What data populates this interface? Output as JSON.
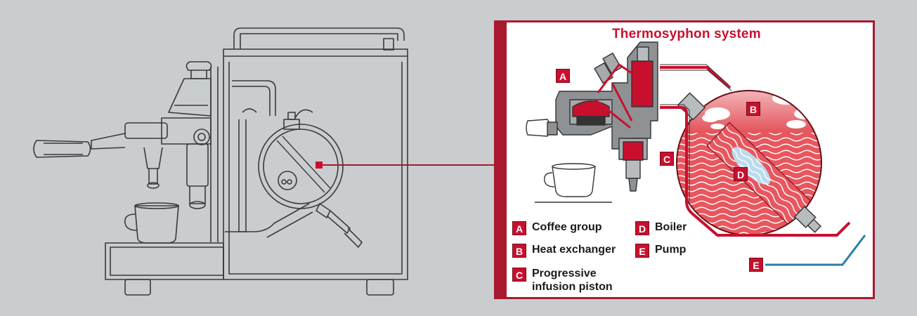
{
  "panel": {
    "title": "Thermosyphon system"
  },
  "tags": {
    "a": "A",
    "b": "B",
    "c": "C",
    "d": "D",
    "e": "E"
  },
  "legend": [
    {
      "key": "A",
      "label": "Coffee group"
    },
    {
      "key": "B",
      "label": "Heat exchanger"
    },
    {
      "key": "C",
      "label": "Progressive",
      "label2": "infusion piston"
    },
    {
      "key": "D",
      "label": "Boiler"
    },
    {
      "key": "E",
      "label": "Pump"
    }
  ],
  "colors": {
    "background": "#c9cdd0",
    "accent_red": "#c8102e",
    "frame_red": "#a8192e",
    "water_blue": "#2a7fa8",
    "line_art": "#3a3a3a"
  }
}
